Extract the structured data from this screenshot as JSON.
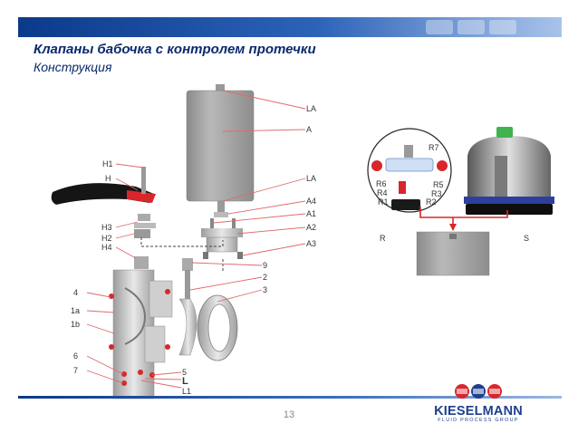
{
  "header": {
    "title": "Клапаны бабочка с контролем протечки",
    "subtitle": "Конструкция"
  },
  "diagram_labels": {
    "LA_top": "LA",
    "A": "A",
    "LA_mid": "LA",
    "A4": "A4",
    "A1": "A1",
    "A2": "A2",
    "A3": "A3",
    "H1": "H1",
    "H": "H",
    "H3": "H3",
    "H2": "H2",
    "H4": "H4",
    "9": "9",
    "2": "2",
    "3": "3",
    "4": "4",
    "1a": "1a",
    "1b": "1b",
    "6": "6",
    "7": "7",
    "5": "5",
    "L": "L",
    "L1": "L1",
    "R7": "R7",
    "R6": "R6",
    "R4": "R4",
    "R1": "R1",
    "R5": "R5",
    "R3": "R3",
    "R2": "R2",
    "R": "R",
    "S": "S"
  },
  "colors": {
    "title": "#0a2a6e",
    "callout": "#d9262b",
    "leader": "#e06a6a",
    "actuator": "#9a9a9a",
    "brand": "#1f3f8f"
  },
  "footer": {
    "page_number": "13",
    "brand_name": "KIESELMANN",
    "brand_sub": "FLUID PROCESS GROUP"
  }
}
